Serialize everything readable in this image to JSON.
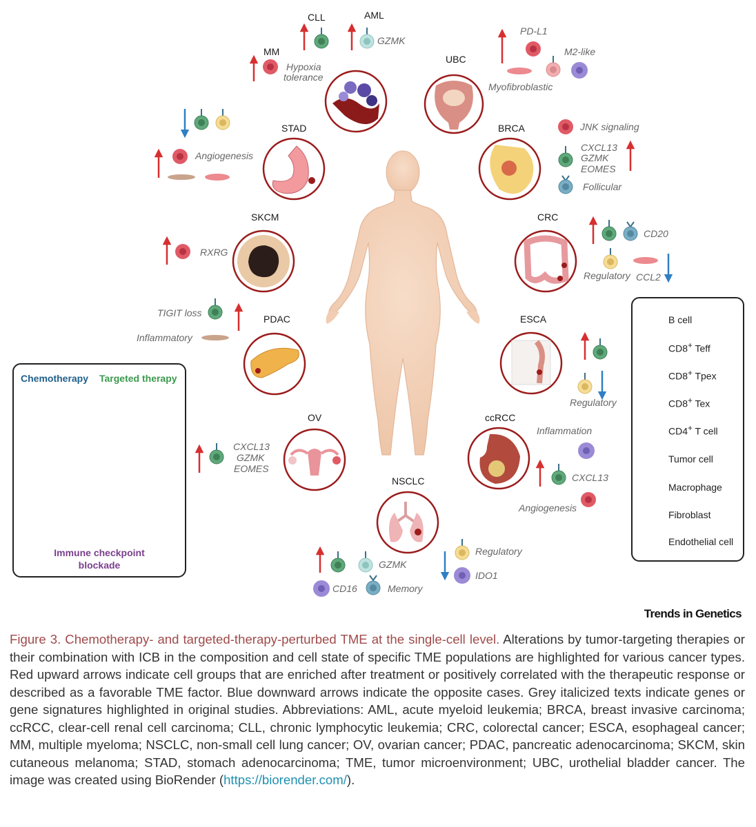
{
  "cancer_labels": {
    "cll": "CLL",
    "aml": "AML",
    "mm": "MM",
    "ubc": "UBC",
    "stad": "STAD",
    "brca": "BRCA",
    "skcm": "SKCM",
    "crc": "CRC",
    "pdac": "PDAC",
    "esca": "ESCA",
    "ov": "OV",
    "ccrcc": "ccRCC",
    "nsclc": "NSCLC"
  },
  "annotations": {
    "aml_gzmk": "GZMK",
    "mm_hypoxia_1": "Hypoxia",
    "mm_hypoxia_2": "tolerance",
    "ubc_pdl1": "PD-L1",
    "ubc_m2": "M2-like",
    "ubc_myo": "Myofibroblastic",
    "stad_angio": "Angiogenesis",
    "brca_jnk": "JNK signaling",
    "brca_cxcl13": "CXCL13",
    "brca_gzmk": "GZMK",
    "brca_eomes": "EOMES",
    "brca_follicular": "Follicular",
    "skcm_rxrg": "RXRG",
    "crc_cd20": "CD20",
    "crc_regulatory": "Regulatory",
    "crc_ccl2": "CCL2",
    "pdac_tigit": "TIGIT loss",
    "pdac_inflam": "Inflammatory",
    "esca_regulatory": "Regulatory",
    "ov_cxcl13": "CXCL13",
    "ov_gzmk": "GZMK",
    "ov_eomes": "EOMES",
    "ccrcc_inflammation": "Inflammation",
    "ccrcc_cxcl13": "CXCL13",
    "ccrcc_angio": "Angiogenesis",
    "nsclc_gzmk": "GZMK",
    "nsclc_cd16": "CD16",
    "nsclc_memory": "Memory",
    "nsclc_regulatory": "Regulatory",
    "nsclc_ido1": "IDO1"
  },
  "legend": {
    "b_cell": "B cell",
    "cd8_teff_pre": "CD8",
    "cd8_teff_sup": "+",
    "cd8_teff_post": " Teff",
    "cd8_tpex_pre": "CD8",
    "cd8_tpex_sup": "+",
    "cd8_tpex_post": " Tpex",
    "cd8_tex_pre": "CD8",
    "cd8_tex_sup": "+",
    "cd8_tex_post": " Tex",
    "cd4_pre": "CD4",
    "cd4_sup": "+",
    "cd4_post": " T cell",
    "tumor": "Tumor cell",
    "macrophage": "Macrophage",
    "fibroblast": "Fibroblast",
    "endothelial": "Endothelial cell"
  },
  "therapy": {
    "chemo": "Chemotherapy",
    "targeted": "Targeted therapy",
    "icb_1": "Immune checkpoint",
    "icb_2": "blockade"
  },
  "brand": "Trends in Genetics",
  "caption": {
    "title": "Figure 3. Chemotherapy- and targeted-therapy-perturbed TME at the single-cell level.",
    "body": " Alterations by tumor-targeting therapies or their combination with ICB in the composition and cell state of specific TME populations are highlighted for various cancer types. Red upward arrows indicate cell groups that are enriched after treatment or positively correlated with the therapeutic response or described as a favorable TME factor. Blue downward arrows indicate the opposite cases. Grey italicized texts indicate genes or gene signatures highlighted in original studies. Abbreviations: AML, acute myeloid leukemia; BRCA, breast invasive carcinoma; ccRCC, clear-cell renal cell carcinoma; CLL, chronic lymphocytic leukemia; CRC, colorectal cancer; ESCA, esophageal cancer; MM, multiple myeloma; NSCLC, non-small cell lung cancer; OV, ovarian cancer; PDAC, pancreatic adenocarcinoma; SKCM, skin cutaneous melanoma; STAD, stomach adenocarcinoma; TME, tumor microenvironment; UBC, urothelial bladder cancer. The image was created using BioRender (",
    "link": "https://biorender.com/",
    "end": ")."
  },
  "colors": {
    "up_arrow": "#d62f2f",
    "down_arrow": "#2f7fc4",
    "circle_ring": "#9b1c1c",
    "teff": "#5fa97a",
    "tpex": "#bfe3e0",
    "tex": "#f2aeb0",
    "cd4": "#f6dc95",
    "bcell": "#79aec5",
    "tumor": "#e05a66",
    "macrophage": "#9b8ad6",
    "fibroblast": "#c9a38c",
    "endothelial": "#ec8a8f"
  }
}
